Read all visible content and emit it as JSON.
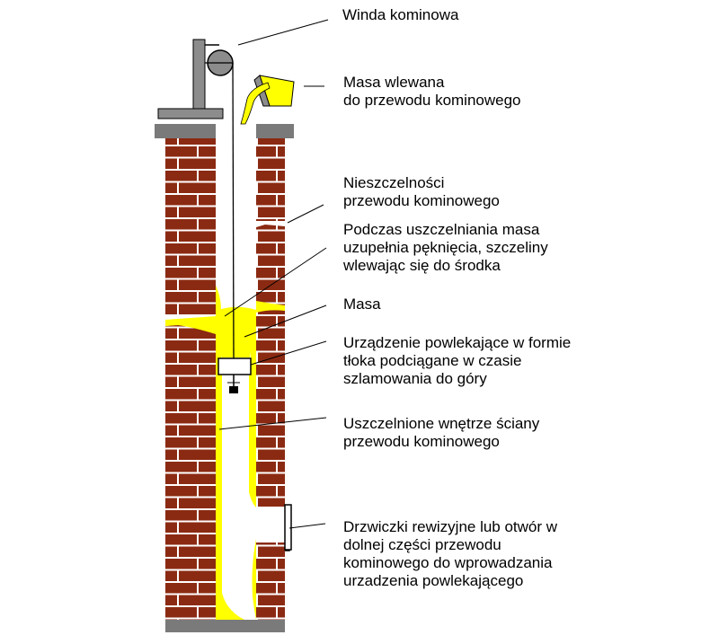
{
  "colors": {
    "brick": "#8b2a12",
    "mortar": "#ffffff",
    "cap": "#7a7a7a",
    "sealant": "#ffff00",
    "metal": "#8c8c8c",
    "outline": "#000000"
  },
  "labels": {
    "winch": "Winda kominowa",
    "mass_poured": [
      "Masa wlewana",
      "do przewodu kominowego"
    ],
    "leaks": [
      "Nieszczelności",
      "przewodu kominowego"
    ],
    "sealing": [
      "Podczas uszczelniania masa",
      "uzupełnia pęknięcia, szczeliny",
      "wlewając się do środka"
    ],
    "mass": "Masa",
    "piston": [
      "Urządzenie powlekające w formie",
      "tłoka podciągane w czasie",
      "szlamowania do góry"
    ],
    "sealed_inner": [
      "Uszczelnione wnętrze ściany",
      "przewodu kominowego"
    ],
    "door": [
      "Drzwiczki rewizyjne lub otwór w",
      "dolnej części przewodu",
      "kominowego do wprowadzania",
      "urzadzenia powlekającego"
    ]
  }
}
